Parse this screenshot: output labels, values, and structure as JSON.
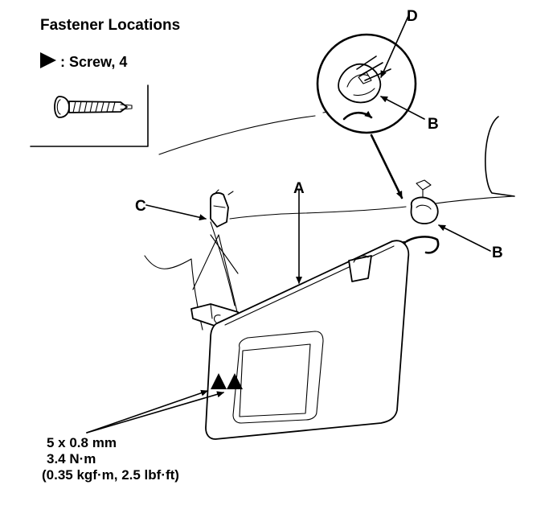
{
  "title": "Fastener Locations",
  "legend": {
    "symbol": "triangle-marker-icon",
    "text": ": Screw, 4"
  },
  "callouts": {
    "a": "A",
    "b": "B",
    "c": "C",
    "d": "D"
  },
  "spec": {
    "line1": "5 x 0.8 mm",
    "line2": "3.4 N·m",
    "line3": "(0.35 kgf·m, 2.5 lbf·ft)"
  },
  "colors": {
    "ink": "#000000",
    "paper": "#ffffff"
  }
}
